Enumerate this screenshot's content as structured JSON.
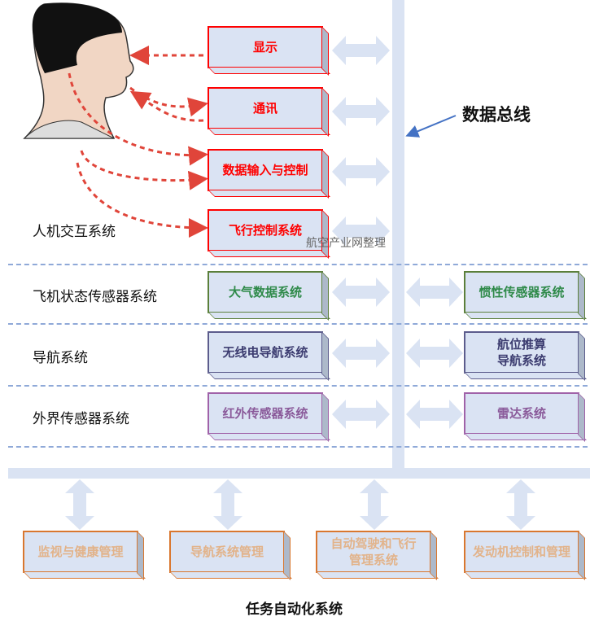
{
  "bus_label": "数据总线",
  "watermark": "航空产业网整理",
  "bottom_title": "任务自动化系统",
  "left_labels": [
    "人机交互系统",
    "飞机状态传感器系统",
    "导航系统",
    "外界传感器系统"
  ],
  "hmi_boxes": [
    "显示",
    "通讯",
    "数据输入与控制",
    "飞行控制系统"
  ],
  "sensor": {
    "left": "大气数据系统",
    "right": "惯性传感器系统"
  },
  "navigation": {
    "left": "无线电导航系统",
    "right_line1": "航位推算",
    "right_line2": "导航系统"
  },
  "external": {
    "left": "红外传感器系统",
    "right": "雷达系统"
  },
  "mission_boxes": [
    "监视与健康管理",
    "导航系统管理",
    "自动驾驶和飞行",
    "管理系统",
    "发动机控制和管理"
  ],
  "colors": {
    "bus": "#dae3f3",
    "hmi": "#ff0000",
    "sensor": "#2f8a4a",
    "navigation": "#3c3c70",
    "external": "#8a5a9a",
    "mission": "#d9772f",
    "pointer_arrow": "#4472c4"
  }
}
